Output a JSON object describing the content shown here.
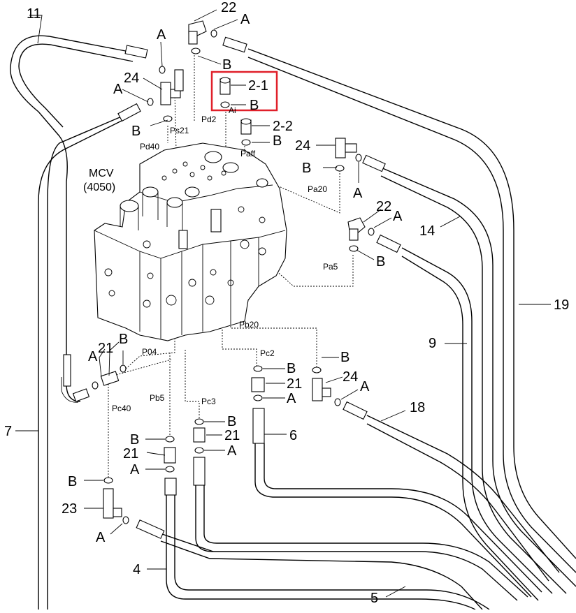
{
  "callouts": {
    "c11": "11",
    "c22a": "22",
    "c24a": "24",
    "c21a": "2-1",
    "c22b": "2-2",
    "c24b": "24",
    "c22c": "22",
    "c14": "14",
    "c19": "19",
    "c9": "9",
    "c21b": "21",
    "c21c": "21",
    "c24c": "24",
    "c18": "18",
    "c7": "7",
    "c6": "6",
    "c21d": "21",
    "c21e": "21",
    "c23": "23",
    "c4": "4",
    "c5": "5"
  },
  "letters": {
    "A": "A",
    "B": "B"
  },
  "valve": {
    "name": "MCV",
    "code": "(4050)"
  },
  "ports": {
    "Pd2": "Pd2",
    "Ps21": "Ps21",
    "Pd40": "Pd40",
    "Ai": "Ai",
    "Paff": "Paff",
    "Pa20": "Pa20",
    "Pa5": "Pa5",
    "Pb20": "Pb20",
    "Pc2": "Pc2",
    "P04": "P04",
    "Pc40": "Pc40",
    "Pb5": "Pb5",
    "Pc3": "Pc3"
  },
  "highlight": {
    "color": "#e0202a",
    "part": "2-1"
  }
}
